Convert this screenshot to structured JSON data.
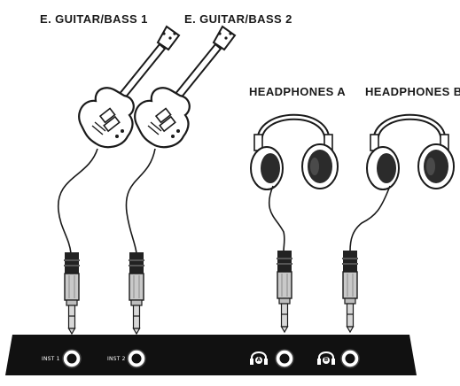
{
  "labels": {
    "guitar1": "E. GUITAR/BASS 1",
    "guitar2": "E. GUITAR/BASS 2",
    "headA": "HEADPHONES A",
    "headB": "HEADPHONES B"
  },
  "panel": {
    "inst1": "INST 1",
    "inst2": "INST 2",
    "jackA": "A",
    "jackB": "B"
  },
  "icons": [
    "electric-guitar-icon",
    "headphones-icon",
    "quarter-inch-plug-icon",
    "headphone-jack-icon"
  ],
  "colors": {
    "line": "#1a1a1a",
    "panel": "#111111",
    "plug_body": "#c9c9c9",
    "plug_dark": "#222222",
    "earcup": "#2b2b2b"
  }
}
